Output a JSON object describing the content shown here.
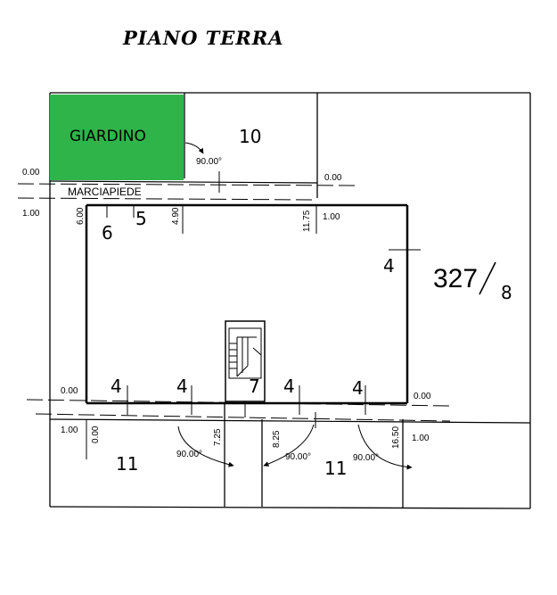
{
  "title": "PIANO TERRA",
  "garden": {
    "label": "GIARDINO",
    "color": "#2fb44a"
  },
  "sidewalk": {
    "label": "MARCIAPIEDE"
  },
  "parcel": {
    "number": "327",
    "sub": "8"
  },
  "rooms": {
    "r10": "10",
    "r6": "6",
    "r5": "5",
    "r4_right": "4",
    "r4_a": "4",
    "r4_b": "4",
    "r4_c": "4",
    "r4_d": "4",
    "r7": "7",
    "r11_left": "11",
    "r11_right": "11"
  },
  "dimensions": {
    "top_left_000": "0.00",
    "top_mid_000": "0.00",
    "left_100": "1.00",
    "d600": "6.00",
    "d490": "4.90",
    "d1175": "11.75",
    "right_100": "1.00",
    "angle_top": "90.00°",
    "floor_left_000": "0.00",
    "floor_right_000": "0.00",
    "bottom_left_100": "1.00",
    "bottom_left_000": "0.00",
    "d725": "7.25",
    "d825": "8.25",
    "d1650": "16.50",
    "bottom_right_100": "1.00",
    "angle_b1": "90.00°",
    "angle_b2": "90.00°",
    "angle_b3": "90.00°"
  }
}
